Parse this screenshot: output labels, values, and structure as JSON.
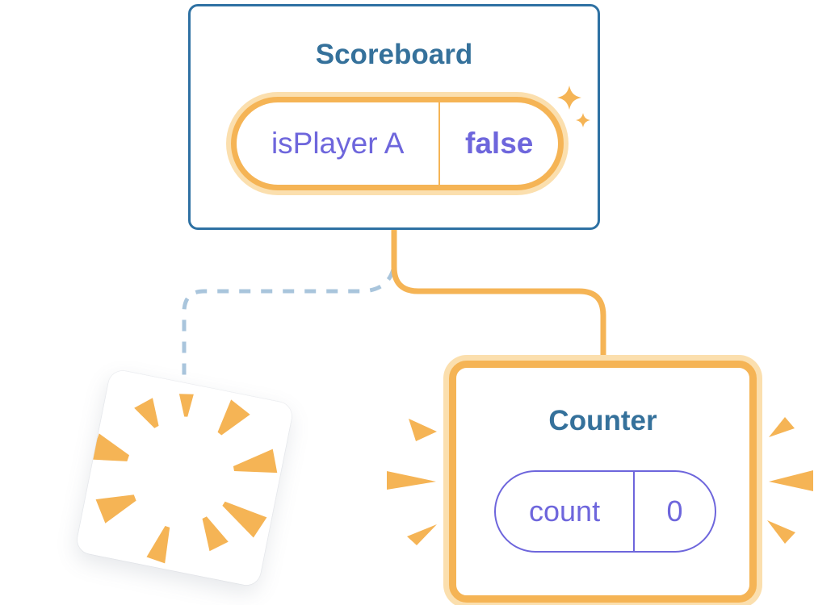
{
  "diagram": {
    "scoreboard": {
      "title": "Scoreboard",
      "state_pill": {
        "label": "isPlayer A",
        "value": "false"
      }
    },
    "counter": {
      "title": "Counter",
      "state_pill": {
        "label": "count",
        "value": "0"
      }
    },
    "icons": {
      "sparkles": "sparkles-icon",
      "poof_burst": "poof-burst-icon",
      "emphasis_left": "emphasis-burst-left-icon",
      "emphasis_right": "emphasis-burst-right-icon"
    },
    "colors": {
      "accent_orange": "#F5B455",
      "halo_orange": "#FBDFAE",
      "title_teal": "#35719B",
      "card_border_blue": "#2E71A3",
      "state_purple": "#6E66DC",
      "dashed_blue": "#A9C5DC",
      "card_background": "#FFFFFF"
    }
  }
}
